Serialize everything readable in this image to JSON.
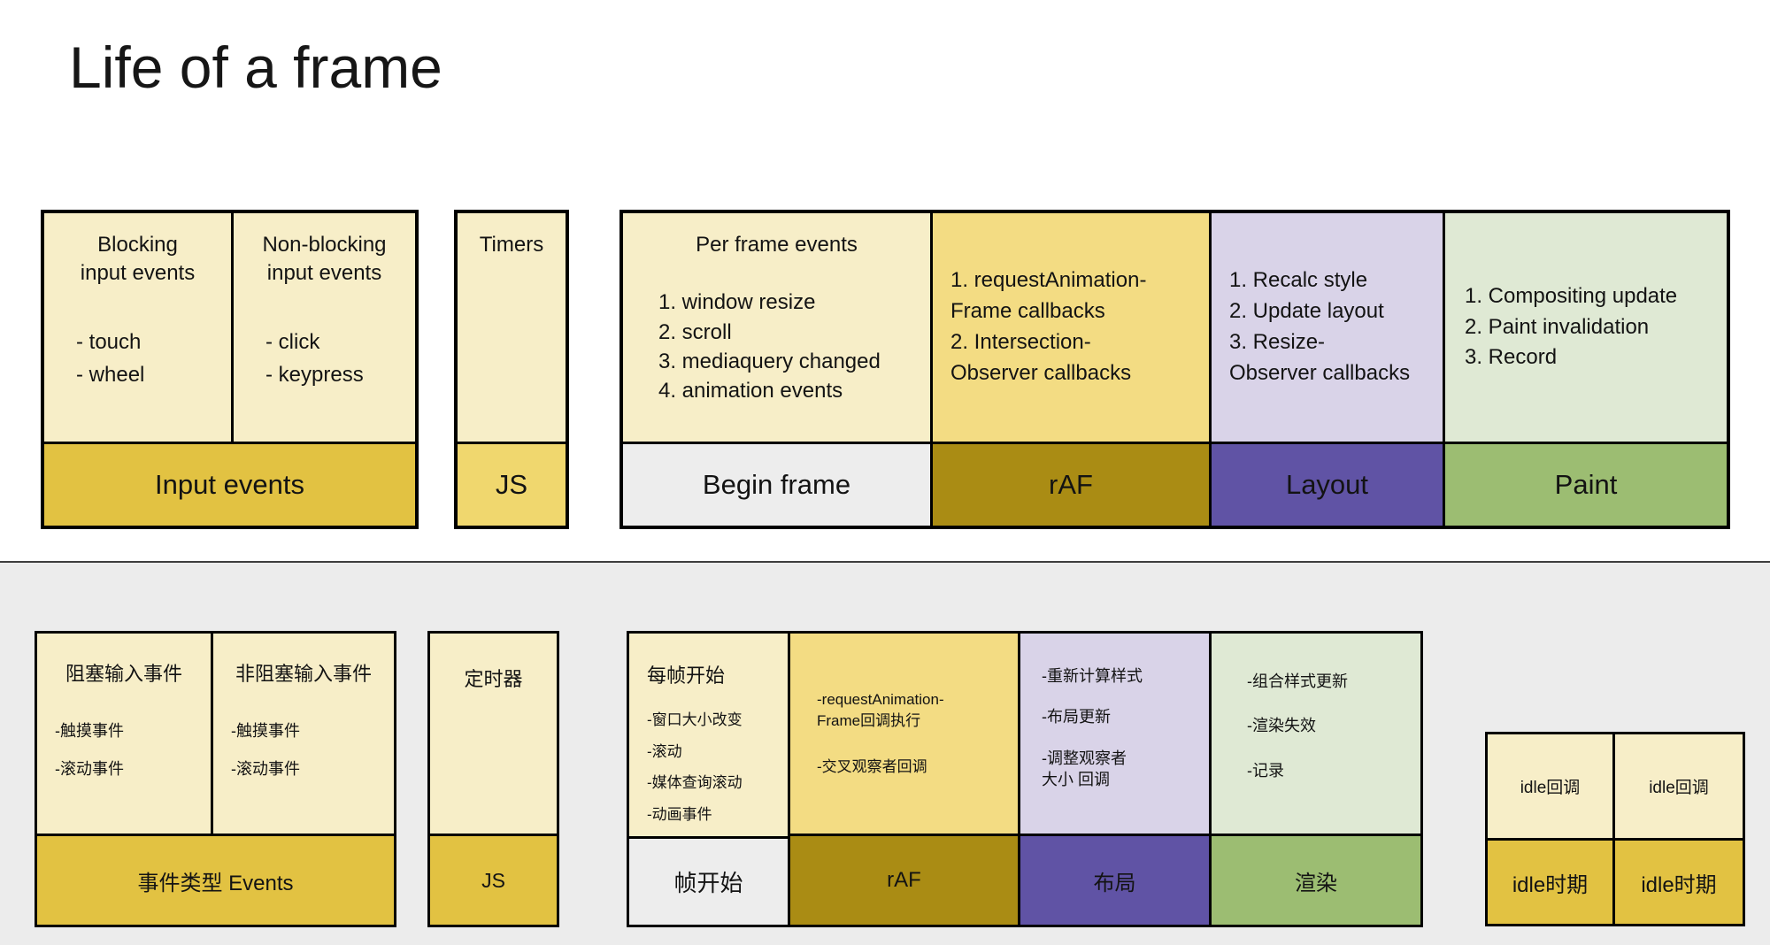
{
  "title": "Life of a frame",
  "colors": {
    "body_cream": "#f7eec8",
    "body_yellow": "#f3dc83",
    "body_lavender": "#d9d3e8",
    "body_light_green": "#dfe9d4",
    "footer_gold": "#e2c242",
    "footer_light_gold": "#f0d76e",
    "footer_gray": "#ededed",
    "footer_olive": "#aa8c14",
    "footer_purple": "#6053a5",
    "footer_green": "#9cbd72",
    "section_background": "#ececec"
  },
  "top": {
    "input_box": {
      "columns": [
        {
          "header": "Blocking\ninput events",
          "items": "- touch\n- wheel"
        },
        {
          "header": "Non-blocking\ninput events",
          "items": "- click\n- keypress"
        }
      ],
      "footer": "Input events"
    },
    "timers_box": {
      "header": "Timers",
      "footer": "JS"
    },
    "begin_frame": {
      "header": "Per frame events",
      "items": [
        "1. window resize",
        "2. scroll",
        "3. mediaquery changed",
        "4. animation events"
      ],
      "footer": "Begin frame"
    },
    "raf": {
      "items": "1. requestAnimation-\nFrame callbacks\n2. Intersection-\nObserver callbacks",
      "footer": "rAF"
    },
    "layout": {
      "items": "1. Recalc style\n2. Update layout\n3. Resize-\nObserver callbacks",
      "footer": "Layout"
    },
    "paint": {
      "items": "1. Compositing update\n2. Paint invalidation\n3. Record",
      "footer": "Paint"
    }
  },
  "bottom": {
    "events_box": {
      "columns": [
        {
          "header": "阻塞输入事件",
          "items": [
            "-触摸事件",
            "-滚动事件"
          ]
        },
        {
          "header": "非阻塞输入事件",
          "items": [
            "-触摸事件",
            "-滚动事件"
          ]
        }
      ],
      "footer": "事件类型 Events"
    },
    "timer_box": {
      "header": "定时器",
      "footer": "JS"
    },
    "frame_start": {
      "header": "每帧开始",
      "items": [
        "-窗口大小改变",
        "-滚动",
        "-媒体查询滚动",
        "-动画事件"
      ],
      "footer": "帧开始"
    },
    "raf": {
      "items": [
        "-requestAnimation-\nFrame回调执行",
        "-交叉观察者回调"
      ],
      "footer": "rAF"
    },
    "layout": {
      "items": [
        "-重新计算样式",
        "-布局更新",
        "-调整观察者\n大小 回调"
      ],
      "footer": "布局"
    },
    "paint": {
      "items": [
        "-组合样式更新",
        "-渲染失效",
        "-记录"
      ],
      "footer": "渲染"
    },
    "idle_box": {
      "cells": [
        {
          "top": "idle回调",
          "bottom": "idle时期"
        },
        {
          "top": "idle回调",
          "bottom": "idle时期"
        }
      ]
    }
  }
}
